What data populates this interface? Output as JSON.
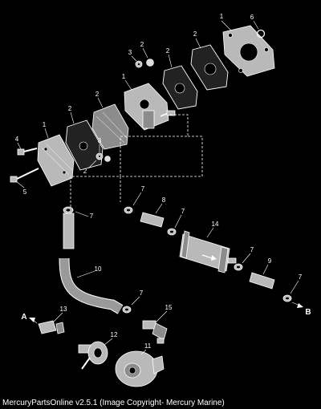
{
  "footer_text": "MercuryPartsOnline v2.5.1 (Image Copyright- Mercury Marine)",
  "callouts": {
    "c1_top": "1",
    "c6": "6",
    "c2_a": "2",
    "c3_top": "3",
    "c2_b": "2",
    "c2_c": "2",
    "c1_mid": "1",
    "c2_d": "2",
    "c2_e": "2",
    "c1_left": "1",
    "c4": "4",
    "c3_mid": "3",
    "c2_f": "2",
    "c5": "5",
    "c7_a": "7",
    "c8": "8",
    "c7_b": "7",
    "c7_c": "7",
    "c14": "14",
    "c7_d": "7",
    "c9": "9",
    "c10": "10",
    "c7_e": "7",
    "c7_f": "7",
    "c15": "15",
    "c13": "13",
    "c12": "12",
    "c11": "11"
  },
  "markers": {
    "a": "A",
    "b": "B"
  }
}
